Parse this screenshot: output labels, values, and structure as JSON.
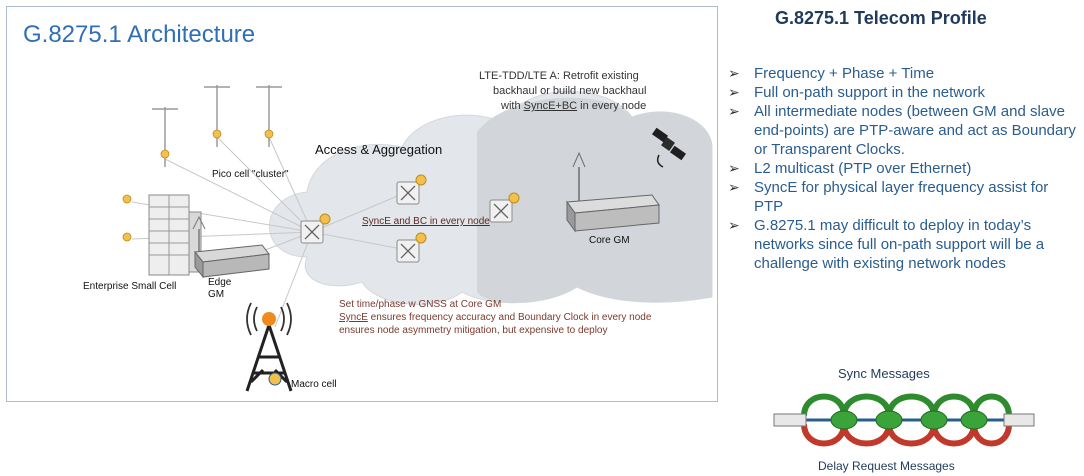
{
  "left_panel": {
    "title": "G.8275.1 Architecture",
    "labels": {
      "access_aggregation": "Access & Aggregation",
      "pico_cluster": "Pico cell \"cluster\"",
      "enterprise_small_cell": "Enterprise Small Cell",
      "edge_gm_line1": "Edge",
      "edge_gm_line2": "GM",
      "synce_bc": "SyncE and BC in every node",
      "core_gm": "Core GM",
      "macro_cell": "Macro cell"
    },
    "lte_note": {
      "line1": "LTE-TDD/LTE A: Retrofit existing",
      "line2": "backhaul or build new backhaul",
      "line3_prefix": "with ",
      "line3_underlined": "SyncE+BC",
      "line3_suffix": " in every node"
    },
    "bottom_note": {
      "line1": "Set time/phase w GNSS at Core GM",
      "line2_underlined": "SyncE",
      "line2_rest": " ensures frequency accuracy and Boundary Clock in every node",
      "line3": "ensures node asymmetry mitigation, but expensive to deploy"
    }
  },
  "right_panel": {
    "title": "G.8275.1 Telecom Profile",
    "bullets": [
      "Frequency + Phase + Time",
      "Full on-path support in the network",
      "All intermediate nodes (between GM and slave end-points) are PTP-aware and act as Boundary or Transparent Clocks.",
      "L2 multicast (PTP over Ethernet)",
      "SyncE for physical layer frequency assist for PTP",
      "G.8275.1 may difficult to deploy in today’s networks since full on-path support will be a challenge with existing network nodes"
    ],
    "bullet_marker": "➢",
    "sync_messages": "Sync Messages",
    "delay_request_messages": "Delay Request Messages"
  }
}
